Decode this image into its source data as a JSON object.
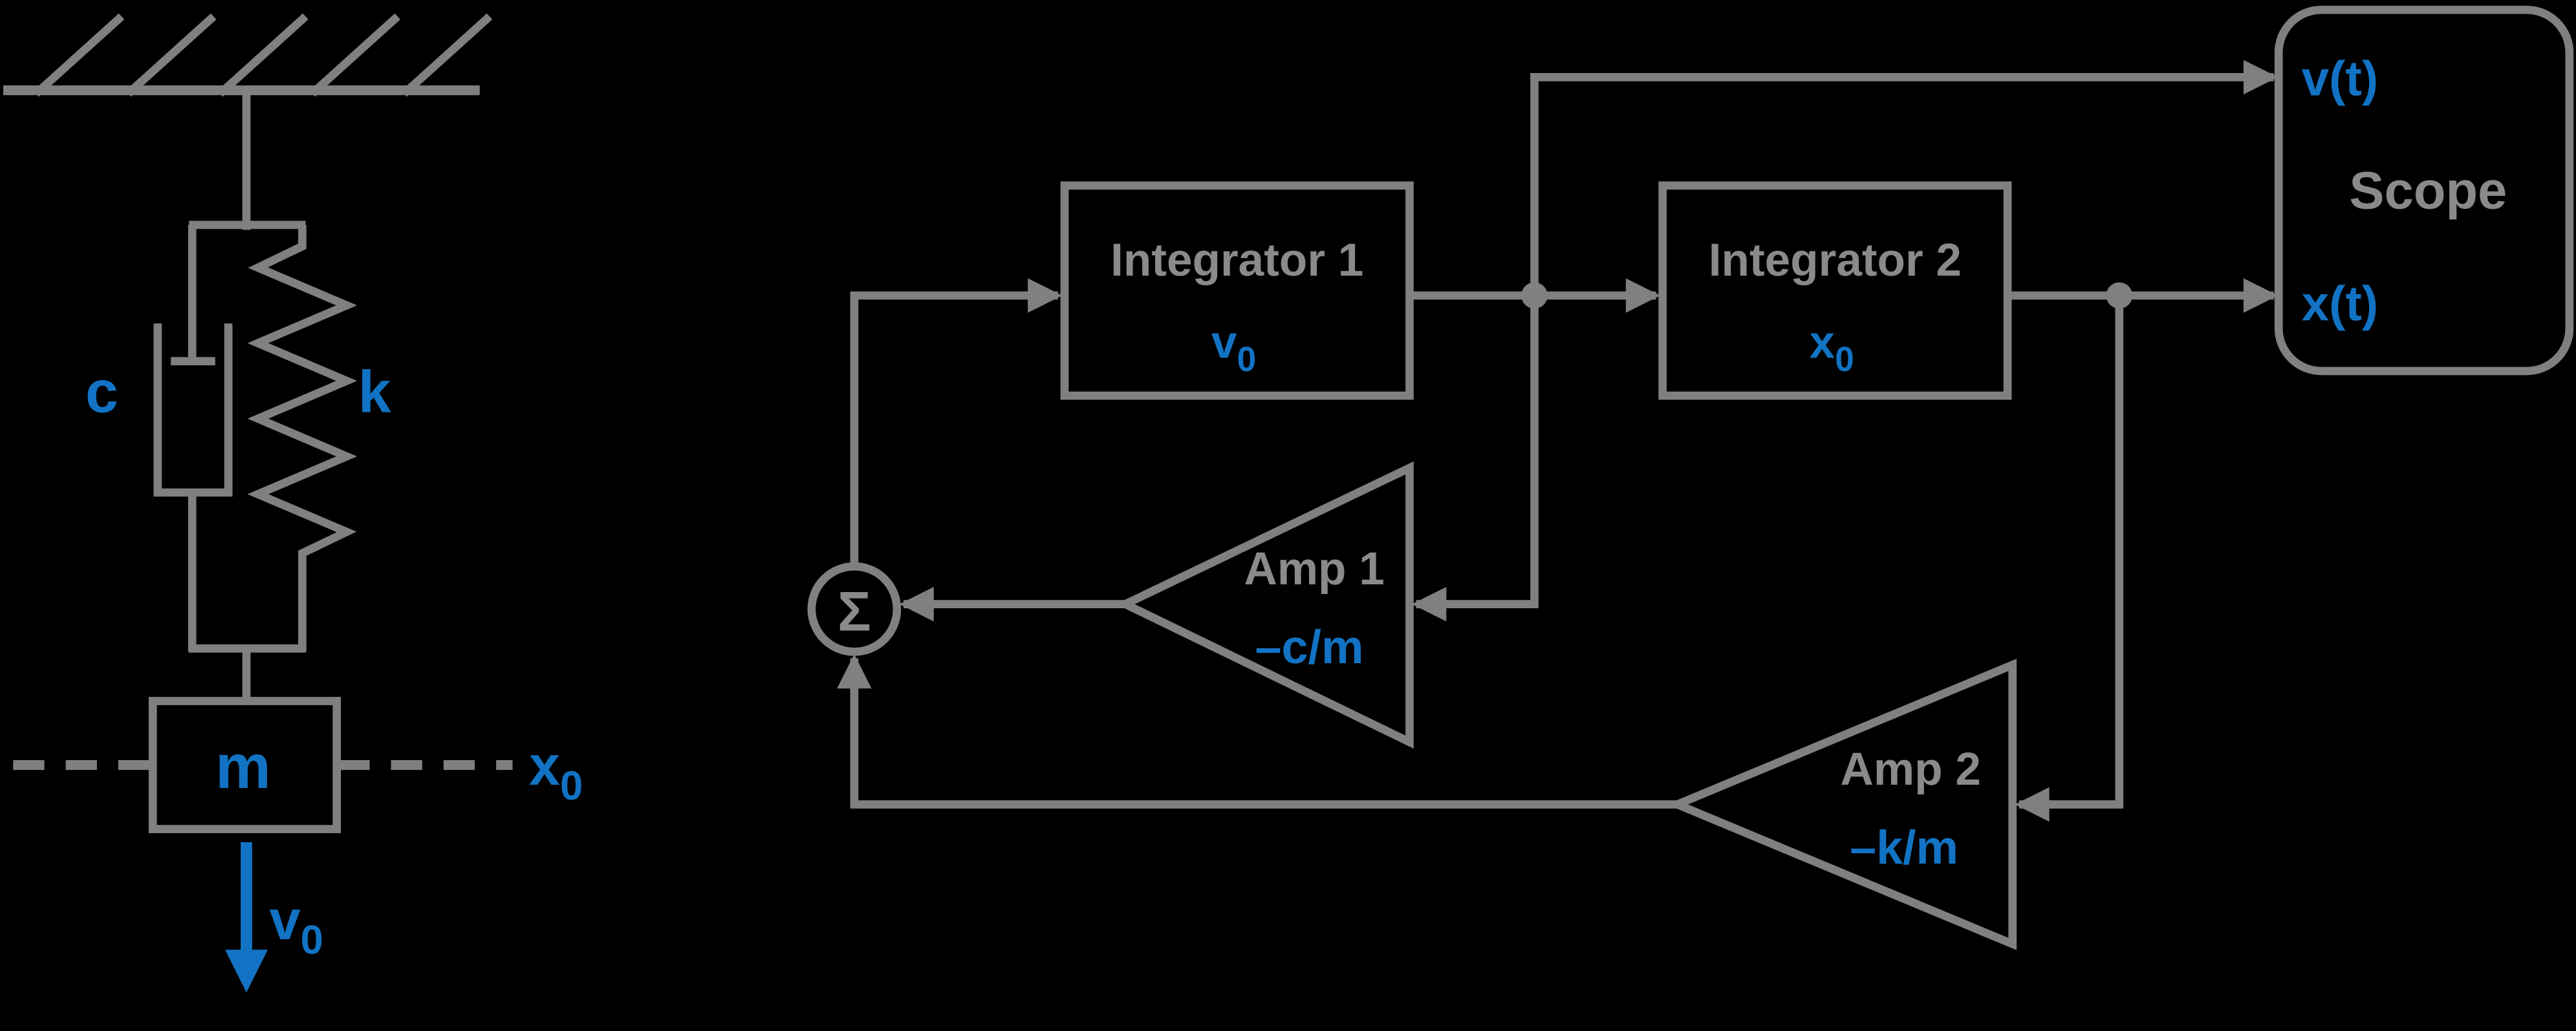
{
  "colors": {
    "background": "#000000",
    "line_gray": "#808080",
    "text_gray": "#8A8A8A",
    "accent_blue": "#1273C4"
  },
  "mechanical": {
    "damper_label": "c",
    "spring_label": "k",
    "mass_label": "m",
    "initial_position": {
      "base": "x",
      "sub": "0"
    },
    "initial_velocity": {
      "base": "v",
      "sub": "0"
    }
  },
  "blocks": {
    "sum": {
      "symbol": "Σ"
    },
    "integrator1": {
      "title": "Integrator 1",
      "ic": {
        "base": "v",
        "sub": "0"
      }
    },
    "integrator2": {
      "title": "Integrator 2",
      "ic": {
        "base": "x",
        "sub": "0"
      }
    },
    "amp1": {
      "title": "Amp 1",
      "gain": "–c/m"
    },
    "amp2": {
      "title": "Amp 2",
      "gain": "–k/m"
    },
    "scope": {
      "title": "Scope",
      "input_top": "v(t)",
      "input_bottom": "x(t)"
    }
  }
}
